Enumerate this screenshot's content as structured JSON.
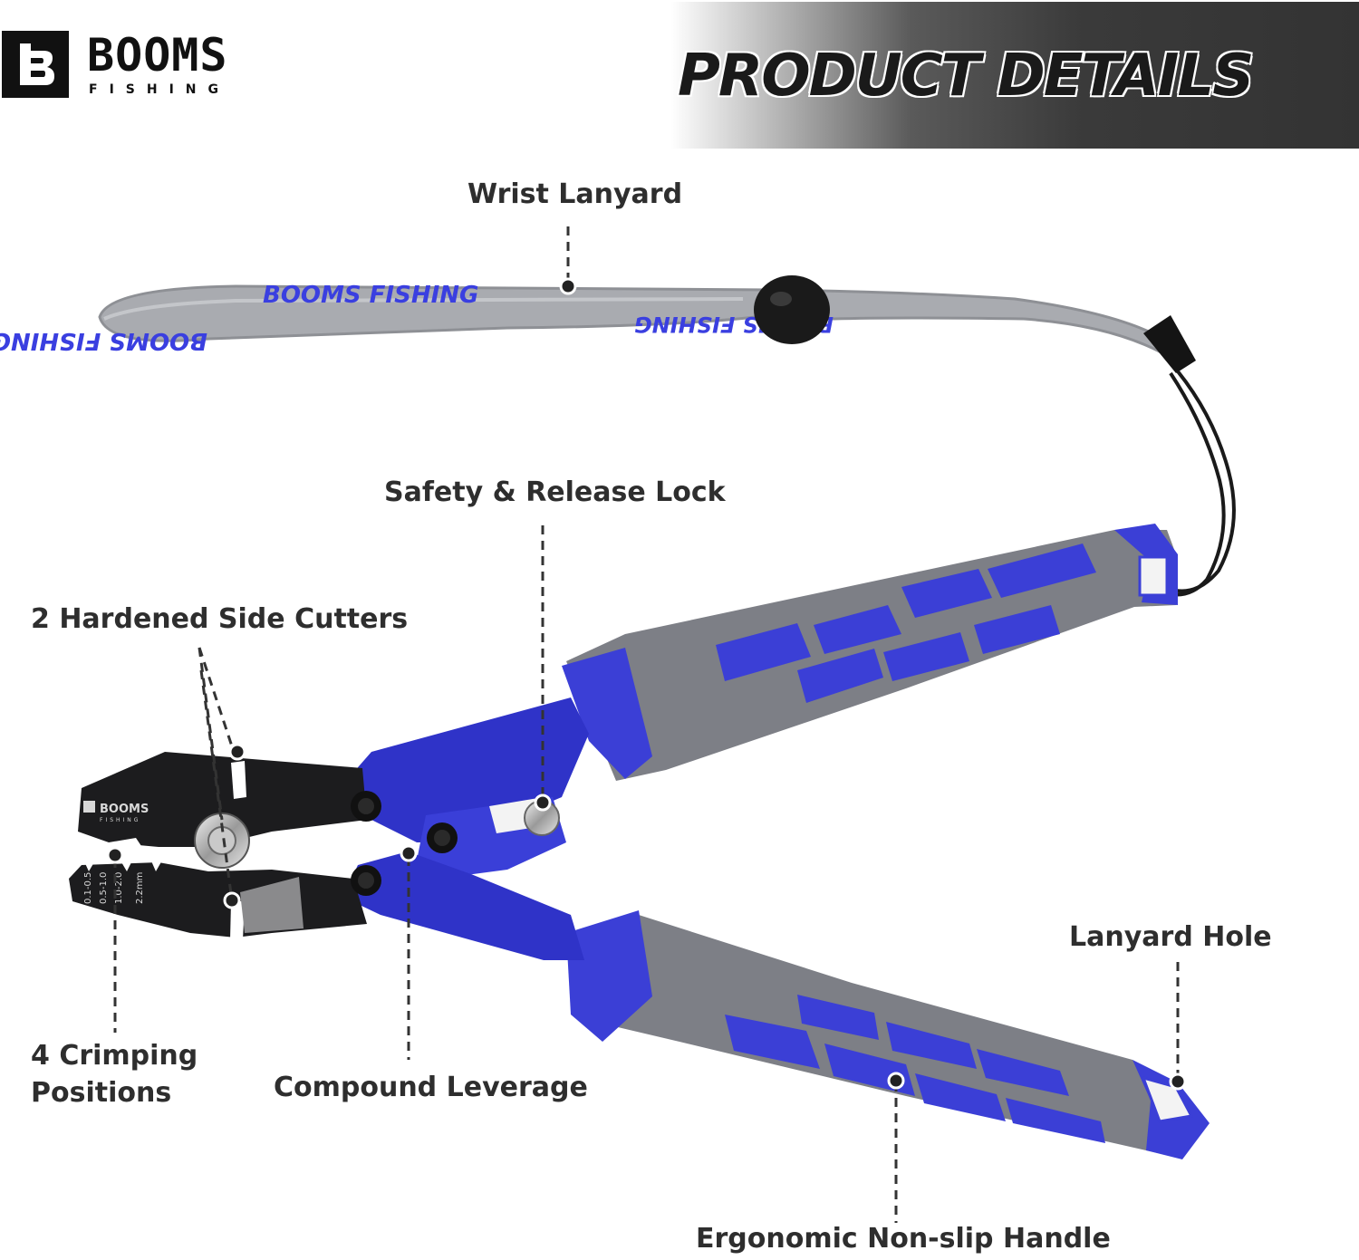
{
  "brand": {
    "name": "BOOMS",
    "sub": "FISHING",
    "lanyard_print": "BOOMS FISHING",
    "tool_print": "BOOMS",
    "tool_print_sub": "FISHING"
  },
  "header": {
    "title": "PRODUCT DETAILS"
  },
  "callouts": {
    "wrist_lanyard": "Wrist Lanyard",
    "safety_lock": "Safety & Release Lock",
    "side_cutters": "2 Hardened Side Cutters",
    "crimping_line1": "4 Crimping",
    "crimping_line2": "Positions",
    "compound_leverage": "Compound Leverage",
    "lanyard_hole": "Lanyard Hole",
    "handle": "Ergonomic Non-slip Handle"
  },
  "crimp_sizes": [
    "0.1-0.5",
    "0.5-1.0",
    "1.0-2.0",
    "2.2mm"
  ],
  "colors": {
    "handle_blue": "#3b3fd6",
    "handle_gray": "#7d7f86",
    "lanyard_gray": "#a9abb0",
    "lanyard_text": "#3a3fe0",
    "jaw_black": "#1c1c1e",
    "label_text": "#2e2e2e"
  }
}
